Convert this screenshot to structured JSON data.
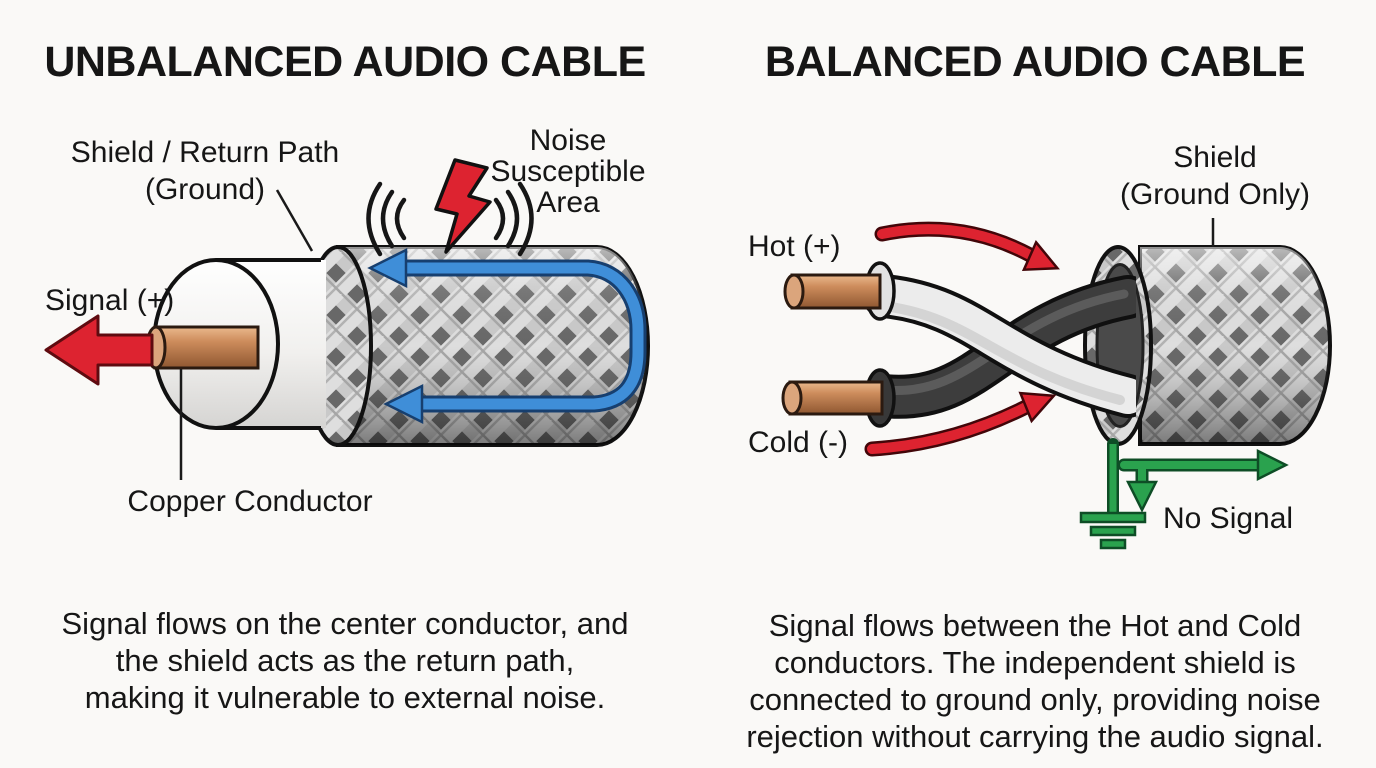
{
  "left_panel": {
    "title": "UNBALANCED AUDIO CABLE",
    "labels": {
      "shield_return_1": "Shield / Return Path",
      "shield_return_2": "(Ground)",
      "noise_1": "Noise",
      "noise_2": "Susceptible",
      "noise_3": "Area",
      "signal": "Signal (+)",
      "copper_conductor": "Copper Conductor"
    },
    "caption": {
      "line1": "Signal flows on the center conductor, and",
      "line2": "the shield acts as the return path,",
      "line3": "making it vulnerable to external noise."
    }
  },
  "right_panel": {
    "title": "BALANCED AUDIO CABLE",
    "labels": {
      "shield_1": "Shield",
      "shield_2": "(Ground Only)",
      "hot": "Hot (+)",
      "cold": "Cold (-)",
      "no_signal": "No Signal"
    },
    "caption": {
      "line1": "Signal flows between the Hot and Cold",
      "line2": "conductors. The independent shield is",
      "line3": "connected to ground only, providing noise",
      "line4": "rejection without carrying the audio signal."
    }
  },
  "colors": {
    "signal_red": "#dd2330",
    "return_blue": "#3f8ed8",
    "ground_green": "#2aa24e",
    "copper": "#cd8c5c",
    "background": "#faf9f7"
  }
}
